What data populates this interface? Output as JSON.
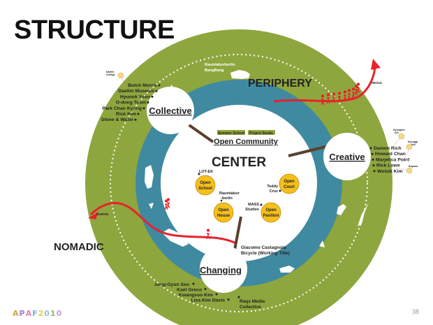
{
  "slide": {
    "title": "STRUCTURE",
    "page_number": "38",
    "footer_logo_chars": [
      "A",
      "P",
      "A",
      "F",
      "2",
      "0",
      "1",
      "0"
    ],
    "footer_logo_colors": [
      "#d9a04a",
      "#9a7fc9",
      "#e77cb4",
      "#6fb5d9",
      "#e7c94a",
      "#8fc0d9",
      "#8fbf5a",
      "#c9a0d9"
    ]
  },
  "colors": {
    "periphery": "#8ea63e",
    "center_ring": "#3f8aa0",
    "pavilion": "#f5bf1c",
    "route": "#e8212b",
    "stick": "#5a4030",
    "tag_bg": "#8ea63e"
  },
  "zones": {
    "periphery": "PERIPHERY",
    "center": "CENTER",
    "nomadic": "NOMADIC"
  },
  "nodes": {
    "collective": "Collective",
    "creative": "Creative",
    "changing": "Changing"
  },
  "center": {
    "tags": [
      "Summer School",
      "Project Studio"
    ],
    "heading": "Open Community",
    "programs": [
      {
        "line1": "Open",
        "line2": "School",
        "artist": "LOT-EK"
      },
      {
        "line1": "Open",
        "line2": "Court",
        "artist_lines": [
          "Teddy",
          "Cruz"
        ]
      },
      {
        "line1": "Open",
        "line2": "House",
        "artist_lines": [
          "Raumlabor",
          "-berlin"
        ]
      },
      {
        "line1": "Open",
        "line2": "Pavilion",
        "artist_lines": [
          "MASS",
          "Studies"
        ]
      }
    ]
  },
  "collective_members": [
    "Butch Morris",
    "Daelim Museum",
    "Hyunok Yoon",
    "O-dong Team",
    "Park Chan Kyong",
    "Rick Kim",
    "Stone & Water"
  ],
  "creative_members": [
    "Damon Rich",
    "Howard Chan",
    "Marjetica Potrč",
    "Rick Lowe",
    "Wolsik Kim"
  ],
  "changing_members": [
    "Jong-Gyun Seo",
    "Kael Greco",
    "Kwangsoo Kim",
    "Lisa Kim Davis"
  ],
  "raqs": [
    "Raqs Media",
    "Collective"
  ],
  "giacomo": [
    "Giacomo Castagnola",
    "Bicycle (Working Title)"
  ],
  "raumlabor_bang": [
    "Raumlaborberlin",
    "BangBang"
  ],
  "venues": {
    "daelim_college": [
      "Daelim",
      "College"
    ],
    "kyunghee": [
      "Kyunghee",
      "Uni."
    ],
    "kyonggi": [
      "Kyonggi",
      "Uni."
    ],
    "kaywon": [
      "Kaywon"
    ]
  },
  "destinations": {
    "seoul": "SEOUL",
    "suwon": "SUWON"
  }
}
